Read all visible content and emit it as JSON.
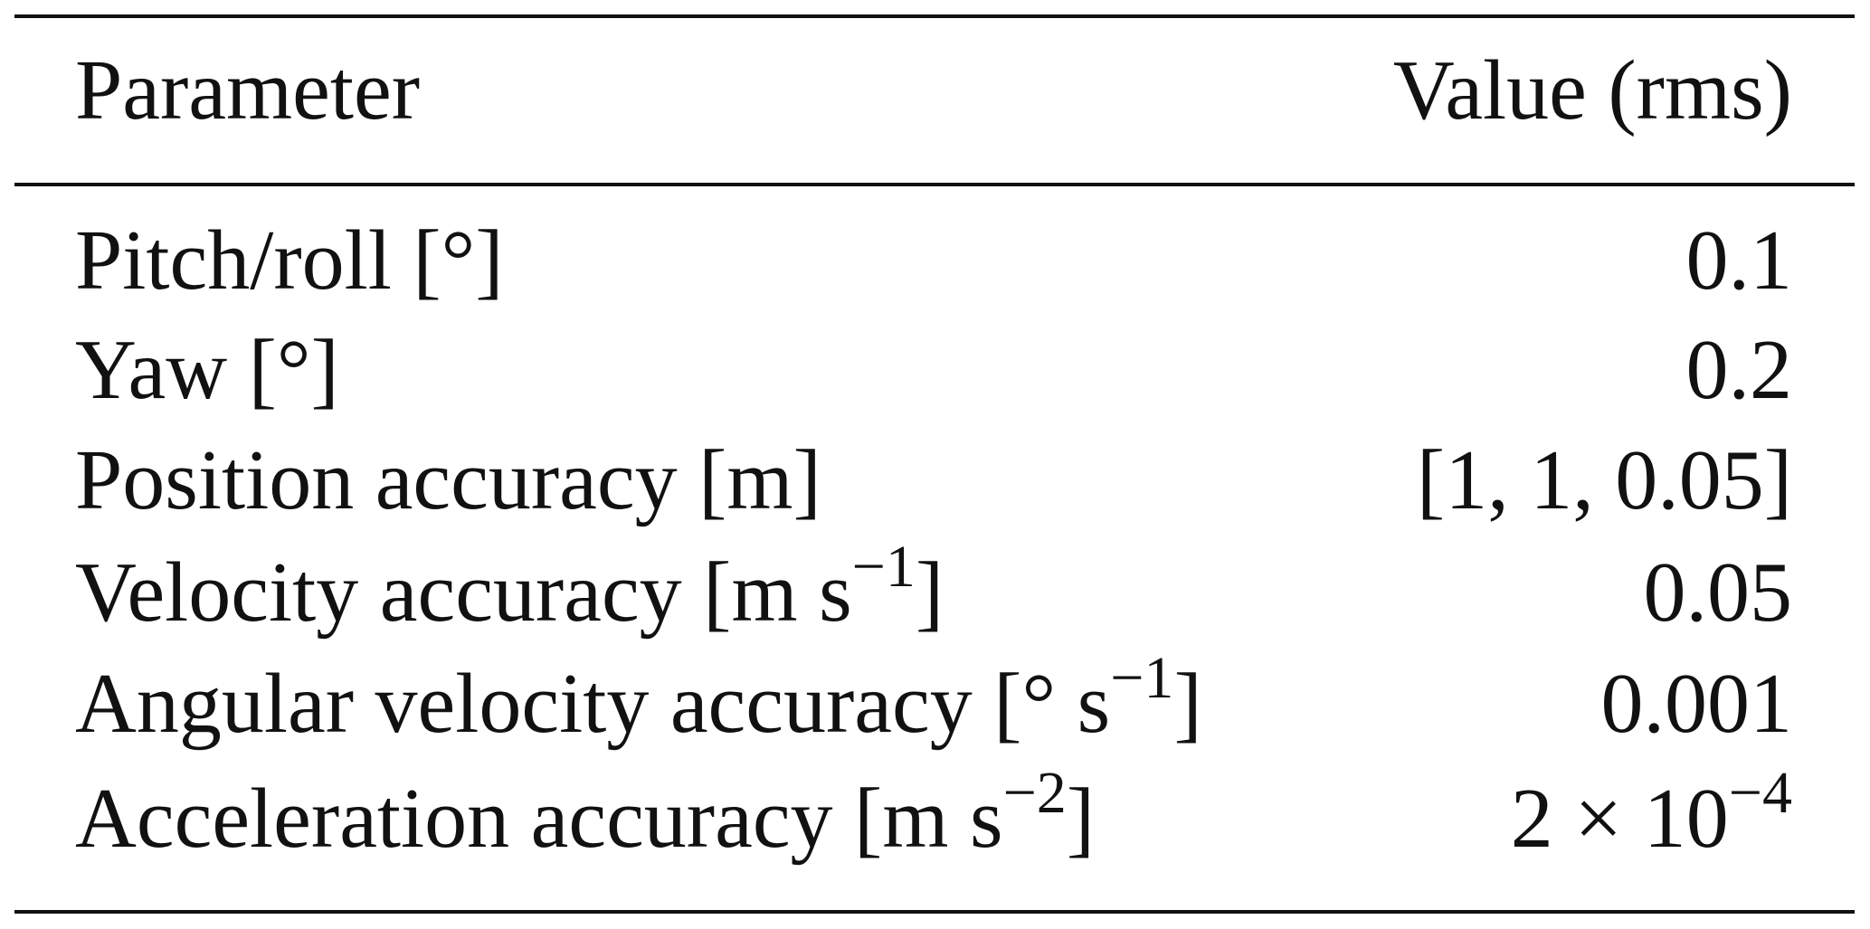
{
  "table": {
    "header": {
      "parameter": "Parameter",
      "value": "Value (rms)"
    },
    "rows": [
      {
        "label": "Pitch/roll [°]",
        "label_sup": "",
        "label_post": "",
        "value": "0.1",
        "value_sup": ""
      },
      {
        "label": "Yaw [°]",
        "label_sup": "",
        "label_post": "",
        "value": "0.2",
        "value_sup": ""
      },
      {
        "label": "Position accuracy [m]",
        "label_sup": "",
        "label_post": "",
        "value": "[1, 1, 0.05]",
        "value_sup": ""
      },
      {
        "label": "Velocity accuracy [m s",
        "label_sup": "−1",
        "label_post": "]",
        "value": "0.05",
        "value_sup": ""
      },
      {
        "label": "Angular velocity accuracy [° s",
        "label_sup": "−1",
        "label_post": "]",
        "value": "0.001",
        "value_sup": ""
      },
      {
        "label": "Acceleration accuracy [m s",
        "label_sup": "−2",
        "label_post": "]",
        "value": "2 × 10",
        "value_sup": "−4"
      }
    ]
  }
}
